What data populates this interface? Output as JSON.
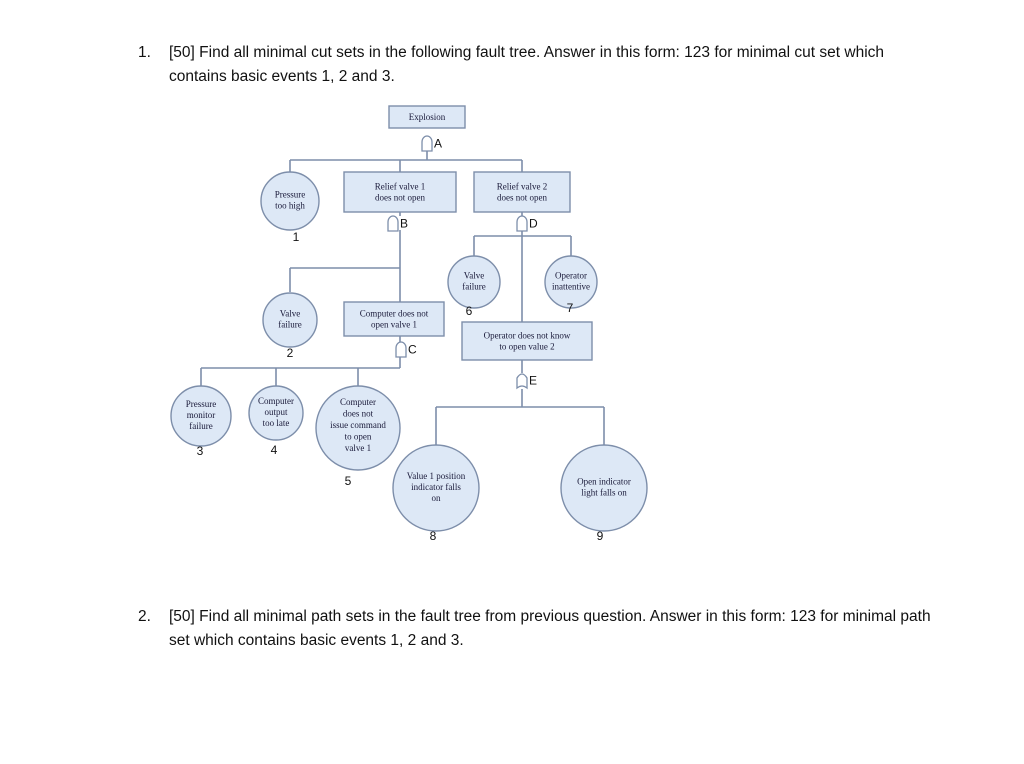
{
  "questions": [
    {
      "number": "1.",
      "text": "[50] Find all minimal cut sets in the following fault tree. Answer in this form: 123 for minimal cut set which contains basic events 1, 2 and 3."
    },
    {
      "number": "2.",
      "text": "[50] Find all minimal path sets in the fault tree from previous question. Answer in this form: 123 for minimal path set which contains basic events 1, 2 and 3."
    }
  ],
  "fault_tree": {
    "top_event": "Explosion",
    "gates": [
      {
        "id": "A",
        "type": "and-gate"
      },
      {
        "id": "B",
        "type": "and-gate"
      },
      {
        "id": "C",
        "type": "and-gate"
      },
      {
        "id": "D",
        "type": "and-gate"
      },
      {
        "id": "E",
        "type": "or-gate"
      }
    ],
    "intermediate_events": [
      {
        "id": "relief1",
        "lines": [
          "Relief valve 1",
          "does not open"
        ]
      },
      {
        "id": "relief2",
        "lines": [
          "Relief valve 2",
          "does not open"
        ]
      },
      {
        "id": "computer",
        "lines": [
          "Computer does not",
          "open valve 1"
        ]
      },
      {
        "id": "operator",
        "lines": [
          "Operator does not know",
          "to open value 2"
        ]
      }
    ],
    "basic_events": [
      {
        "number": "1",
        "lines": [
          "Pressure",
          "too high"
        ]
      },
      {
        "number": "2",
        "lines": [
          "Valve",
          "failure"
        ]
      },
      {
        "number": "3",
        "lines": [
          "Pressure",
          "monitor",
          "failure"
        ]
      },
      {
        "number": "4",
        "lines": [
          "Computer",
          "output",
          "too late"
        ]
      },
      {
        "number": "5",
        "lines": [
          "Computer",
          "does not",
          "issue command",
          "to open",
          "valve 1"
        ]
      },
      {
        "number": "6",
        "lines": [
          "Valve",
          "failure"
        ]
      },
      {
        "number": "7",
        "lines": [
          "Operator",
          "inattentive"
        ]
      },
      {
        "number": "8",
        "lines": [
          "Value 1 position",
          "indicator falls",
          "on"
        ]
      },
      {
        "number": "9",
        "lines": [
          "Open indicator",
          "light falls on"
        ]
      }
    ]
  }
}
